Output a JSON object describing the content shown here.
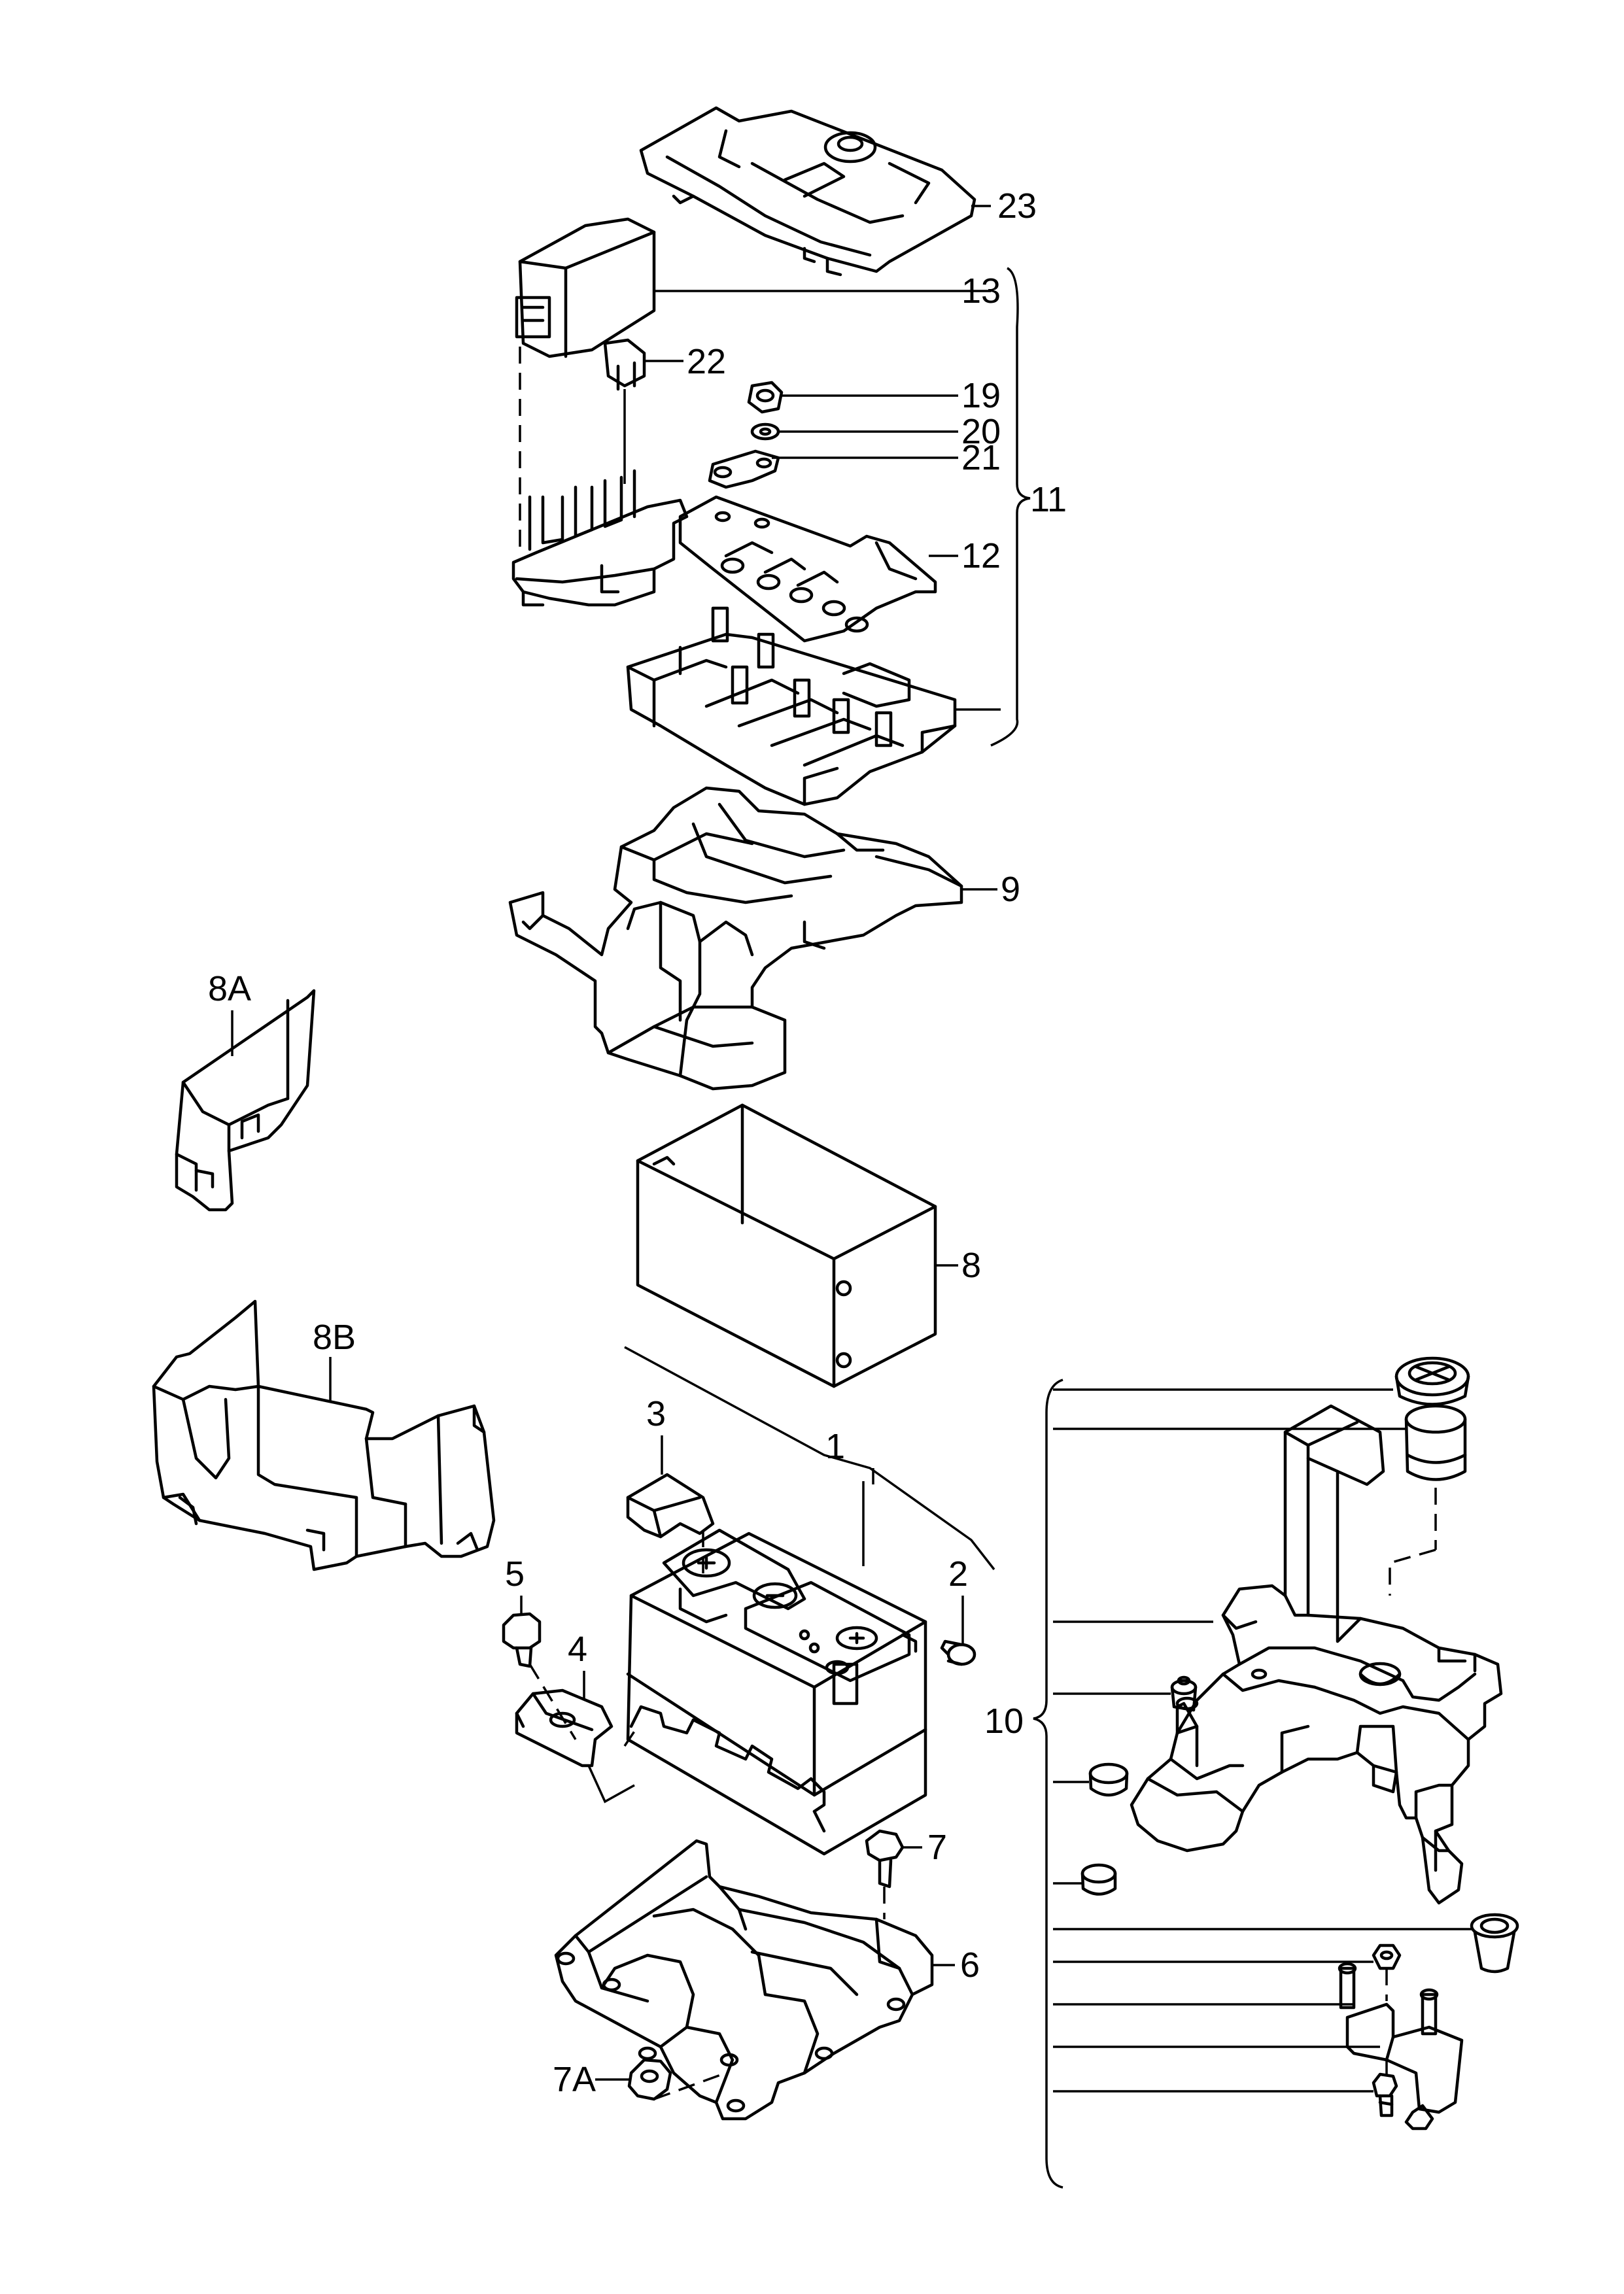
{
  "diagram": {
    "callouts": {
      "c1": "1",
      "c2": "2",
      "c3": "3",
      "c4": "4",
      "c5": "5",
      "c6": "6",
      "c7": "7",
      "c7a": "7A",
      "c8": "8",
      "c8a": "8A",
      "c8b": "8B",
      "c9": "9",
      "c10": "10",
      "c11": "11",
      "c12": "12",
      "c13": "13",
      "c19": "19",
      "c20": "20",
      "c21": "21",
      "c22": "22",
      "c23": "23"
    },
    "colors": {
      "line": "#000000",
      "background": "#ffffff"
    }
  }
}
